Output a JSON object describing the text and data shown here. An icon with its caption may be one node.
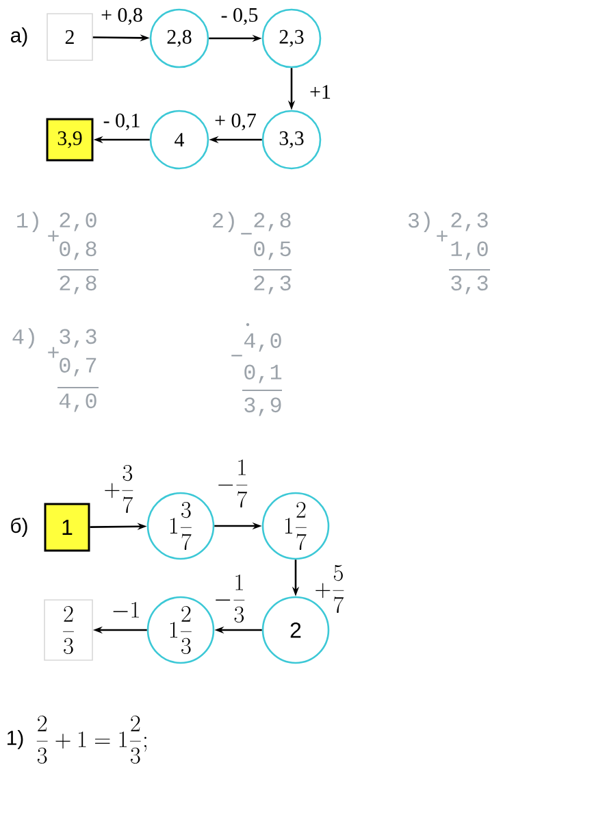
{
  "diagram": {
    "nodes": [
      {
        "text": [
          "2"
        ]
      },
      {
        "text": [
          "2,8"
        ]
      },
      {
        "text": [
          "2,3"
        ]
      },
      {
        "text": [
          "3,3"
        ]
      },
      {
        "text": [
          "4"
        ]
      },
      {
        "text": [
          "3,9"
        ]
      },
      {
        "text": [
          "1"
        ]
      },
      {
        "text": [
          "1\\frac{3}{7}"
        ]
      },
      {
        "text": [
          "1\\frac{2}{7}"
        ]
      },
      {
        "text": [
          "2"
        ]
      },
      {
        "text": [
          "1\\frac{2}{3}"
        ]
      },
      {
        "text": [
          "\\frac{2}{3}"
        ]
      }
    ],
    "edges": [
      {
        "from": 0,
        "to": 1,
        "arrow": "to",
        "label": "+ 0,8"
      },
      {
        "from": 1,
        "to": 2,
        "arrow": "to",
        "label": "- 0,5"
      },
      {
        "from": 2,
        "to": 3,
        "arrow": "to",
        "label": "+1"
      },
      {
        "from": 3,
        "to": 4,
        "arrow": "to",
        "label": "+ 0,7"
      },
      {
        "from": 4,
        "to": 5,
        "arrow": "to",
        "label": "- 0,1"
      },
      {
        "from": 6,
        "to": 7,
        "arrow": "to",
        "label": "+\\frac{3}{7}"
      },
      {
        "from": 7,
        "to": 8,
        "arrow": "to",
        "label": "-\\frac{1}{7}"
      },
      {
        "from": 8,
        "to": 9,
        "arrow": "to",
        "label": "+\\frac{5}{7}"
      },
      {
        "from": 9,
        "to": 10,
        "arrow": "to",
        "label": "-\\frac{1}{3}"
      },
      {
        "from": 10,
        "to": 11,
        "arrow": "to",
        "label": "-1"
      }
    ],
    "labels": [
      "а)",
      "1)",
      "2,0",
      "+",
      "0,8",
      "2,8",
      "2)",
      "2,8",
      "−",
      "0,5",
      "2,3",
      "3)",
      "2,3",
      "+",
      "1,0",
      "3,3",
      "4)",
      "3,3",
      "+",
      "0,7",
      "4,0",
      "4,0",
      "−",
      "0,1",
      "3,9",
      "б)",
      "1)",
      "\\frac{2}{3}+1=1\\frac{2}{3};"
    ]
  }
}
